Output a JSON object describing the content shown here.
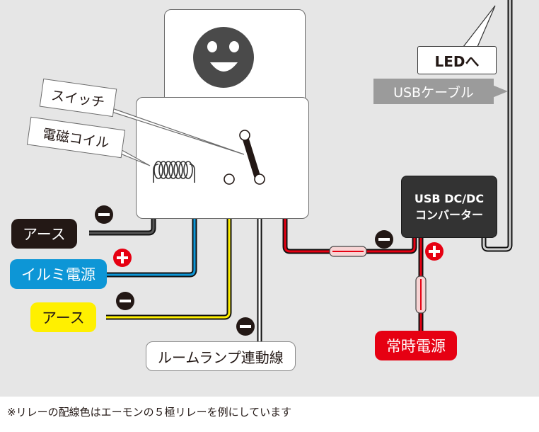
{
  "relay": {
    "switch_label": "スイッチ",
    "coil_label": "電磁コイル"
  },
  "wires": {
    "earth_top": "アース",
    "illumi_power": "イルミ電源",
    "earth_bottom": "アース",
    "room_lamp": "ルームランプ連動線",
    "constant_power": "常時電源"
  },
  "converter": {
    "line1": "USB DC/DC",
    "line2": "コンバーター"
  },
  "led_label": "LEDへ",
  "usb_cable_label": "USBケーブル",
  "footnote": "※リレーの配線色はエーモンの５極リレーを例にしています",
  "colors": {
    "black_wire": "#231815",
    "blue_wire": "#0d96d6",
    "yellow_wire": "#fff000",
    "red_wire": "#e60012",
    "gray_cable": "#9b9b9b",
    "background": "#e6e6e6"
  }
}
